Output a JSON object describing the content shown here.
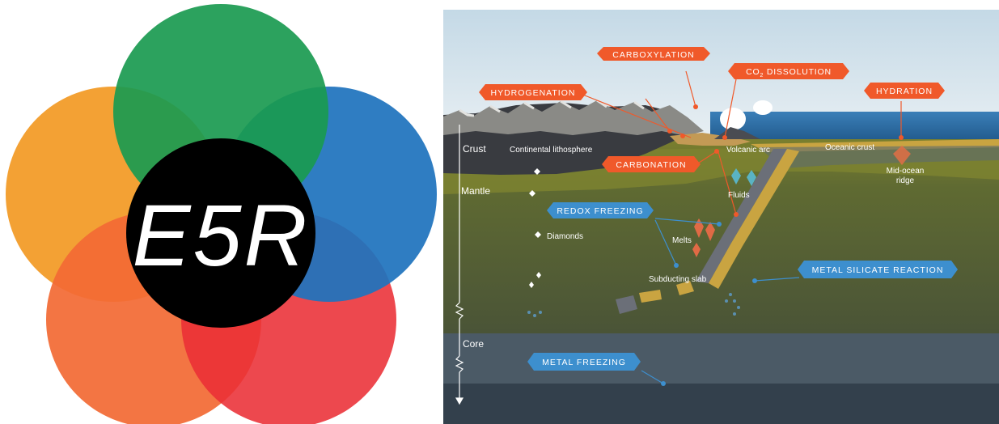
{
  "logo": {
    "text": "E5R",
    "colors": {
      "green": "#1a9a50",
      "blue": "#1f73bd",
      "orange": "#f29a25",
      "orange_red": "#f26a35",
      "red": "#ea2f36",
      "center": "#000000"
    }
  },
  "diagram": {
    "callouts": {
      "carboxylation": "CARBOXYLATION",
      "co2_dissolution_prefix": "CO",
      "co2_dissolution_sub": "2",
      "co2_dissolution_suffix": " DISSOLUTION",
      "hydrogenation": "HYDROGENATION",
      "hydration": "HYDRATION",
      "carbonation": "CARBONATION",
      "redox_freezing": "REDOX FREEZING",
      "metal_silicate_reaction": "METAL SILICATE REACTION",
      "metal_freezing": "METAL FREEZING"
    },
    "labels": {
      "crust": "Crust",
      "mantle": "Mantle",
      "core": "Core",
      "continental_lithosphere": "Continental lithosphere",
      "volcanic_arc": "Volcanic arc",
      "oceanic_crust": "Oceanic crust",
      "mid_ocean_ridge_1": "Mid-ocean",
      "mid_ocean_ridge_2": "ridge",
      "fluids": "Fluids",
      "diamonds": "Diamonds",
      "melts": "Melts",
      "subducting_slab": "Subducting slab"
    },
    "colors": {
      "sky_top": "#cfe0ea",
      "ocean": "#2f6fa8",
      "crust": "#3a3c42",
      "mantle_top": "#767a2e",
      "mantle_deep": "#4c5538",
      "core_outer": "#4b5a66",
      "core_inner": "#34414e",
      "orange_callout": "#f0592a",
      "blue_callout": "#3d8fce",
      "slab": "#c9a441"
    }
  }
}
